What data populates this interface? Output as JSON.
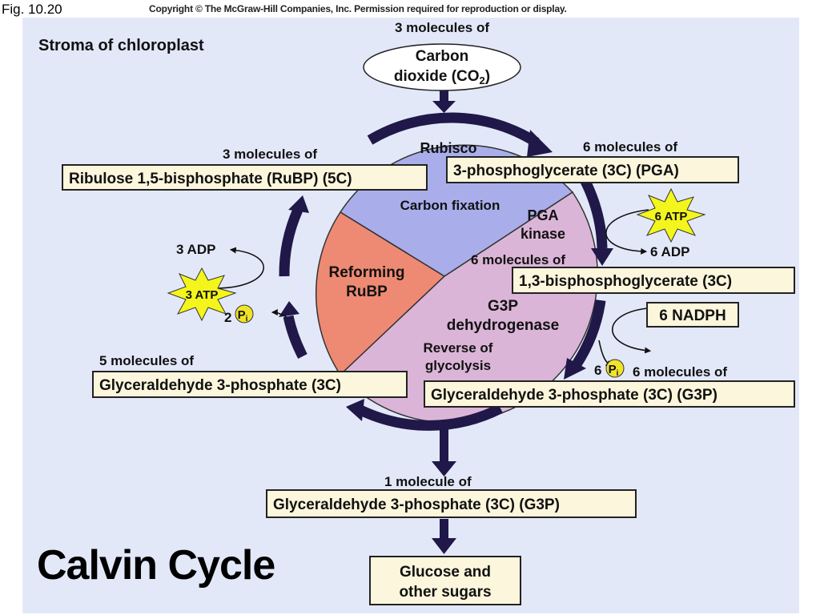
{
  "header": {
    "figure_label": "Fig. 10.20",
    "copyright": "Copyright © The McGraw-Hill Companies, Inc. Permission required for reproduction or display."
  },
  "location": "Stroma of chloroplast",
  "title": "Calvin Cycle",
  "co2": {
    "count": "3 molecules of",
    "name_line1": "Carbon",
    "name_line2_prefix": "dioxide (CO",
    "subscript": "2",
    "name_line2_suffix": ")"
  },
  "rubp": {
    "count": "3 molecules of",
    "name": "Ribulose 1,5-bisphosphate (RuBP) (5C)"
  },
  "pga": {
    "count": "6 molecules of",
    "name": "3-phosphoglycerate (3C) (PGA)"
  },
  "bpg": {
    "count": "6 molecules of",
    "name": "1,3-bisphosphoglycerate (3C)"
  },
  "g3p_six": {
    "count": "6 molecules of",
    "name": "Glyceraldehyde 3-phosphate (3C) (G3P)"
  },
  "g3p_five": {
    "count": "5 molecules of",
    "name": "Glyceraldehyde 3-phosphate (3C)"
  },
  "g3p_one": {
    "count": "1 molecule of",
    "name": "Glyceraldehyde 3-phosphate (3C) (G3P)"
  },
  "sugars": {
    "line1": "Glucose and",
    "line2": "other sugars"
  },
  "sectors": {
    "fixation_enzyme": "Rubisco",
    "fixation_label": "Carbon fixation",
    "reform_line1": "Reforming",
    "reform_line2": "RuBP",
    "kinase_line1": "PGA",
    "kinase_line2": "kinase",
    "dehydro_line1": "G3P",
    "dehydro_line2": "dehydrogenase",
    "reverse_line1": "Reverse of",
    "reverse_line2": "glycolysis"
  },
  "cofactors": {
    "atp_six": "6 ATP",
    "adp_six": "6 ADP",
    "nadph": "6 NADPH",
    "pi_six_count": "6",
    "atp_three": "3 ATP",
    "adp_three": "3 ADP",
    "pi_two_count": "2",
    "pi_symbol": "P",
    "pi_subscript": "i"
  },
  "colors": {
    "panel": "#e3e8f9",
    "fixation_sector": "#a9aeeb",
    "reform_sector": "#ee8a74",
    "reduction_sector": "#dbb5d8",
    "cycle_arrow": "#201848",
    "label_box": "#fbf6dc",
    "atp_burst": "#f3f51d",
    "phosphate": "#f0e42a"
  }
}
